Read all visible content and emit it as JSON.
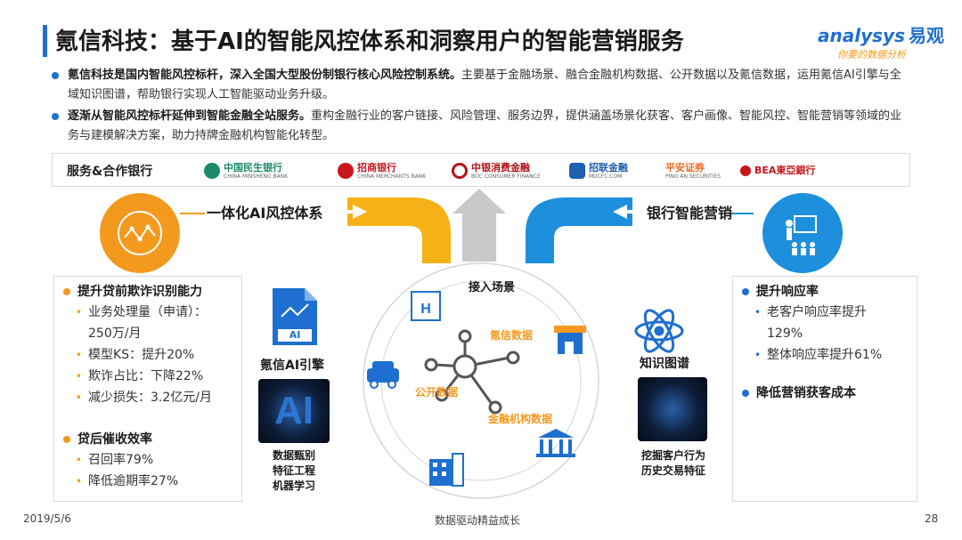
{
  "header": {
    "title": "氪信科技：基于AI的智能风控体系和洞察用户的智能营销服务",
    "logo_text": "analysys",
    "logo_cn": "易观",
    "logo_slogan": "你要的数据分析"
  },
  "bullets": [
    {
      "bold": "氪信科技是国内智能风控标杆，深入全国大型股份制银行核心风险控制系统。",
      "text": "主要基于金融场景、融合金融机构数据、公开数据以及氪信数据，运用氪信AI引擎与全域知识图谱，帮助银行实现人工智能驱动业务升级。"
    },
    {
      "bold": "逐渐从智能风控标杆延伸到智能金融全站服务。",
      "text": "重构金融行业的客户链接、风险管理、服务边界，提供涵盖场景化获客、客户画像、智能风控、智能营销等领域的业务与建模解决方案，助力持牌金融机构智能化转型。"
    }
  ],
  "banks": {
    "label": "服务&合作银行",
    "items": [
      {
        "name": "中国民生银行",
        "sub": "CHINA MINSHENG BANK",
        "color": "#1a8a6b"
      },
      {
        "name": "招商银行",
        "sub": "CHINA MERCHANTS BANK",
        "color": "#c8161d"
      },
      {
        "name": "中银消费金融",
        "sub": "BOC CONSUMER FINANCE",
        "color": "#b5121b"
      },
      {
        "name": "招联金融",
        "sub": "MUCFC.COM",
        "color": "#1e5fb0"
      },
      {
        "name": "平安证券",
        "sub": "PING AN SECURITIES",
        "color": "#f26b1d"
      },
      {
        "name": "BEA東亞銀行",
        "sub": "",
        "color": "#c8161d"
      }
    ]
  },
  "diagram": {
    "left_label": "一体化AI风控体系",
    "right_label": "银行智能营销",
    "center_top": "接入场景",
    "engine_label": "氪信AI引擎",
    "ai_badge": "AI",
    "kg_label": "知识图谱",
    "data_nodes": [
      "氪信数据",
      "公开数据",
      "金融机构数据"
    ],
    "left_bottom": [
      "数据甄别",
      "特征工程",
      "机器学习"
    ],
    "right_bottom": [
      "挖掘客户行为",
      "历史交易特征"
    ]
  },
  "left_panel": {
    "sections": [
      {
        "head": "提升贷前欺诈识别能力",
        "items": [
          "业务处理量（申请）：",
          "250万/月",
          "模型KS：提升20%",
          "欺诈占比：下降22%",
          "减少损失：3.2亿元/月"
        ]
      },
      {
        "head": "贷后催收效率",
        "items": [
          "召回率79%",
          "降低逾期率27%"
        ]
      }
    ]
  },
  "right_panel": {
    "sections": [
      {
        "head": "提升响应率",
        "items": [
          "老客户响应率提升",
          "129%",
          "整体响应率提升61%"
        ]
      },
      {
        "head": "降低营销获客成本",
        "items": []
      }
    ]
  },
  "footer": {
    "date": "2019/5/6",
    "center": "数据驱动精益成长",
    "page": "28"
  },
  "colors": {
    "orange": "#f39a1e",
    "blue": "#1e8fdc",
    "gray": "#c9c9c9",
    "brand": "#1e6fcf"
  }
}
